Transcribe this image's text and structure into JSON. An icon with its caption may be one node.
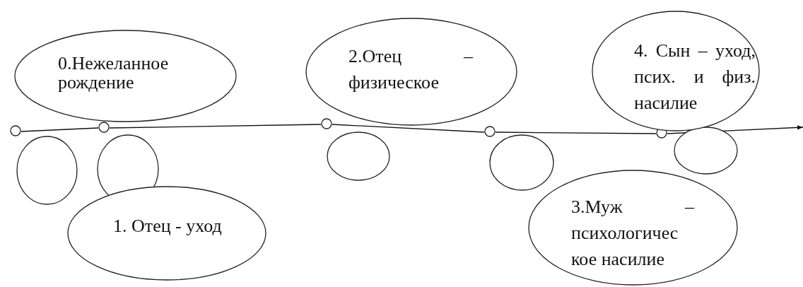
{
  "diagram": {
    "nodes": [
      {
        "text": [
          "0.Нежеланное рождение"
        ]
      },
      {
        "text": [
          "2.Отец – физическое"
        ]
      },
      {
        "text": [
          "4. Сын – уход, псих. и физ. насилие"
        ]
      },
      {
        "text": [
          "1. Отец - уход"
        ]
      },
      {
        "text": [
          "3.Муж – психологичес кое насилие"
        ]
      },
      {
        "text": [],
        "shape": "circle"
      },
      {
        "text": [],
        "shape": "circle"
      },
      {
        "text": [],
        "shape": "circle"
      },
      {
        "text": [],
        "shape": "circle"
      },
      {
        "text": [],
        "shape": "circle"
      },
      {
        "text": [],
        "shape": "circle"
      },
      {
        "text": [],
        "shape": "circle"
      },
      {
        "text": [],
        "shape": "circle"
      },
      {
        "text": [],
        "shape": "circle"
      },
      {
        "text": [],
        "shape": "circle"
      }
    ],
    "edges": [
      {
        "from": 5,
        "to": 6,
        "arrow": "none"
      },
      {
        "from": 6,
        "to": 7,
        "arrow": "none"
      },
      {
        "from": 7,
        "to": 8,
        "arrow": "none"
      },
      {
        "from": 8,
        "to": 9,
        "arrow": "none"
      },
      {
        "from": 9,
        "to": null,
        "arrow": "to"
      }
    ]
  }
}
